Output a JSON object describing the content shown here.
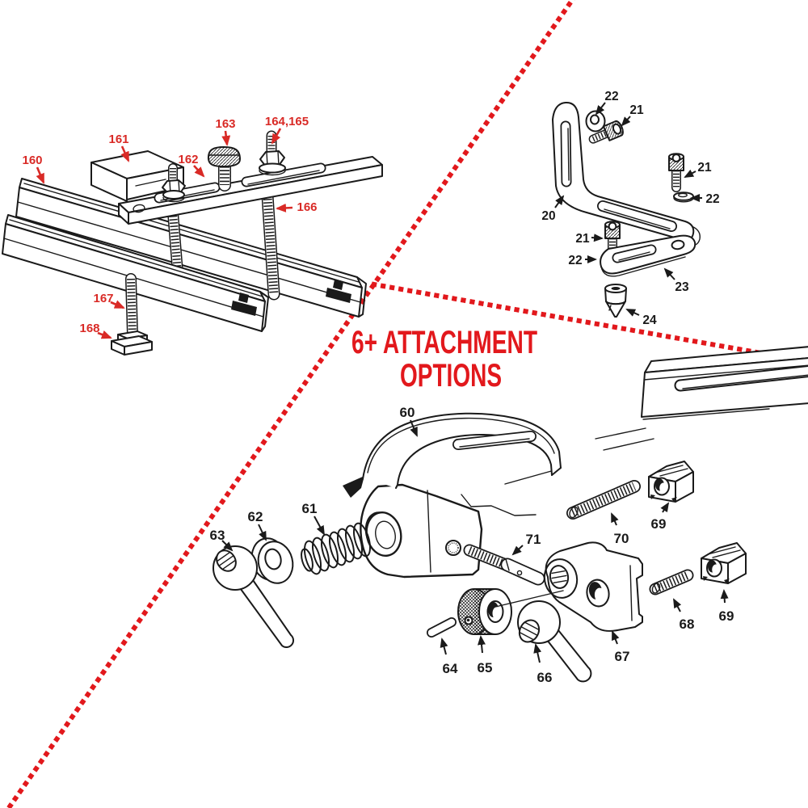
{
  "colors": {
    "background": "#ffffff",
    "ink": "#1a1a1a",
    "accent_red": "#e2181c",
    "label_red": "#d92a26"
  },
  "headline": {
    "line1": "6+ ATTACHMENT",
    "line2": "OPTIONS"
  },
  "diagrams": {
    "clamp": {
      "labels": [
        "160",
        "161",
        "162",
        "163",
        "164,165",
        "166",
        "167",
        "168"
      ]
    },
    "bracket": {
      "labels": [
        "22",
        "21",
        "21",
        "22",
        "20",
        "21",
        "22",
        "23",
        "24"
      ]
    },
    "toolrest": {
      "labels": [
        "60",
        "61",
        "62",
        "63",
        "64",
        "65",
        "66",
        "67",
        "68",
        "69",
        "69",
        "70",
        "71"
      ]
    }
  }
}
